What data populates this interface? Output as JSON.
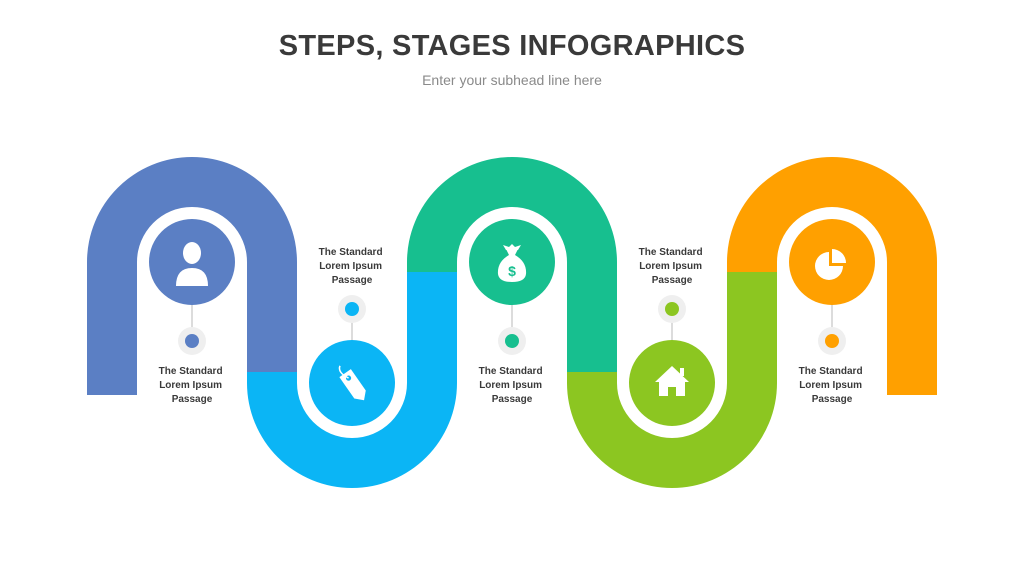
{
  "header": {
    "title": "STEPS, STAGES INFOGRAPHICS",
    "subtitle": "Enter your subhead line here"
  },
  "stages": [
    {
      "color": "#5b7fc4",
      "icon": "person-icon",
      "text": [
        "The Standard",
        "Lorem Ipsum",
        "Passage"
      ]
    },
    {
      "color": "#0bb5f5",
      "icon": "price-tag-icon",
      "text": [
        "The Standard",
        "Lorem Ipsum",
        "Passage"
      ]
    },
    {
      "color": "#17bf8f",
      "icon": "money-bag-icon",
      "text": [
        "The Standard",
        "Lorem Ipsum",
        "Passage"
      ]
    },
    {
      "color": "#8cc621",
      "icon": "home-icon",
      "text": [
        "The Standard",
        "Lorem Ipsum",
        "Passage"
      ]
    },
    {
      "color": "#ffa000",
      "icon": "pie-chart-icon",
      "text": [
        "The Standard",
        "Lorem Ipsum",
        "Passage"
      ]
    }
  ]
}
